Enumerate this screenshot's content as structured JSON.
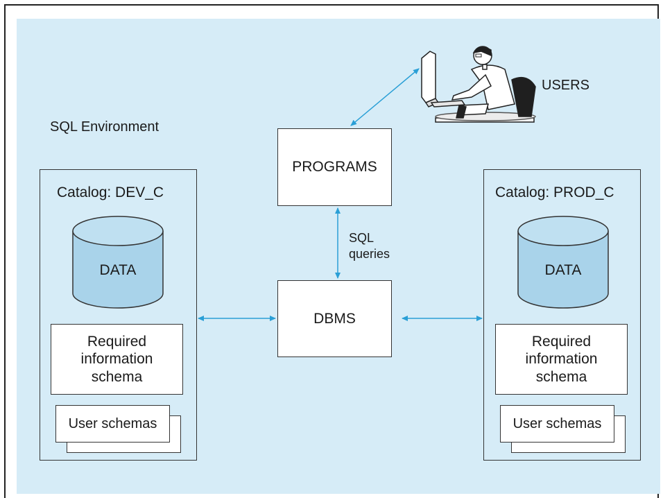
{
  "environment_label": "SQL Environment",
  "users_label": "USERS",
  "programs_label": "PROGRAMS",
  "dbms_label": "DBMS",
  "sql_queries": {
    "line1": "SQL",
    "line2": "queries"
  },
  "catalogs": [
    {
      "title": "Catalog: DEV_C",
      "data_label": "DATA",
      "required_schema": "Required information schema",
      "user_schemas": "User schemas"
    },
    {
      "title": "Catalog: PROD_C",
      "data_label": "DATA",
      "required_schema": "Required information schema",
      "user_schemas": "User schemas"
    }
  ],
  "colors": {
    "background": "#d6ecf7",
    "cylinder": "#a9d3ea",
    "arrow": "#2a9fd6",
    "border": "#333333"
  }
}
